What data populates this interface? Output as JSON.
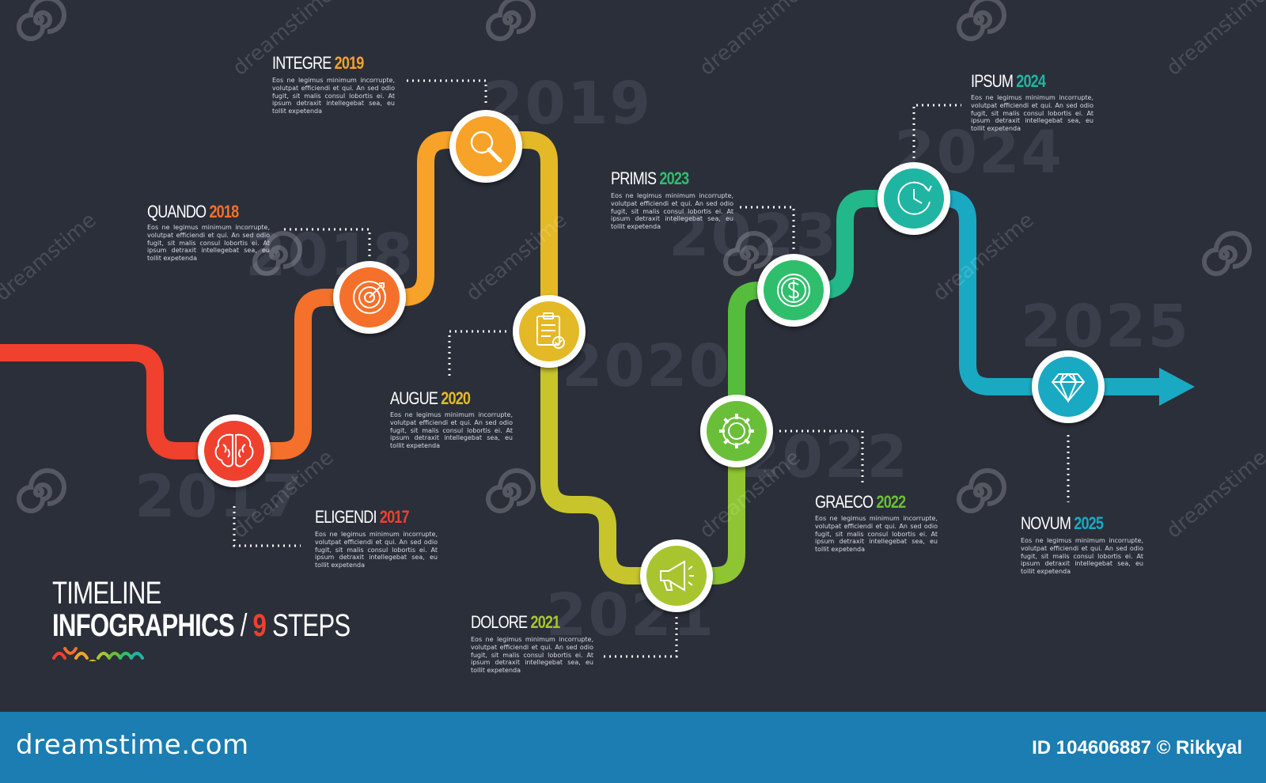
{
  "colors": {
    "background": "#2b2f3a",
    "footer": "#1b7db1",
    "step_colors": [
      "#f0402e",
      "#f5702a",
      "#f7a228",
      "#d9c427",
      "#a8c52f",
      "#6abf38",
      "#2fbf6c",
      "#1fb5a2",
      "#1aa9c3"
    ]
  },
  "title": {
    "line1": "TIMELINE",
    "line2_bold": "INFOGRAPHICS",
    "separator": " / ",
    "count": "9",
    "line2_end": " STEPS"
  },
  "steps": [
    {
      "name": "ELIGENDI",
      "year": "2017",
      "icon": "brain-icon",
      "bg_year": "2017",
      "desc": "Eos ne legimus minimum incorrupte, volutpat efficiendi et qui. An sed odio fugit, sit malis consul lobortis ei. At ipsum detraxit intellegebat sea, eu tollit expetenda"
    },
    {
      "name": "QUANDO",
      "year": "2018",
      "icon": "target-icon",
      "bg_year": "2018",
      "desc": "Eos ne legimus minimum incorrupte, volutpat efficiendi et qui. An sed odio fugit, sit malis consul lobortis ei. At ipsum detraxit intellegebat sea, eu tollit expetenda"
    },
    {
      "name": "INTEGRE",
      "year": "2019",
      "icon": "magnifier-icon",
      "bg_year": "2019",
      "desc": "Eos ne legimus minimum incorrupte, volutpat efficiendi et qui. An sed odio fugit, sit malis consul lobortis ei. At ipsum detraxit intellegebat sea, eu tollit expetenda"
    },
    {
      "name": "AUGUE",
      "year": "2020",
      "icon": "checklist-icon",
      "bg_year": "2020",
      "desc": "Eos ne legimus minimum incorrupte, volutpat efficiendi et qui. An sed odio fugit, sit malis consul lobortis ei. At ipsum detraxit intellegebat sea, eu tollit expetenda"
    },
    {
      "name": "DOLORE",
      "year": "2021",
      "icon": "megaphone-icon",
      "bg_year": "2021",
      "desc": "Eos ne legimus minimum incorrupte, volutpat efficiendi et qui. An sed odio fugit, sit malis consul lobortis ei. At ipsum detraxit intellegebat sea, eu tollit expetenda"
    },
    {
      "name": "GRAECO",
      "year": "2022",
      "icon": "gear-icon",
      "bg_year": "2022",
      "desc": "Eos ne legimus minimum incorrupte, volutpat efficiendi et qui. An sed odio fugit, sit malis consul lobortis ei. At ipsum detraxit intellegebat sea, eu tollit expetenda"
    },
    {
      "name": "PRIMIS",
      "year": "2023",
      "icon": "dollar-coin-icon",
      "bg_year": "2023",
      "desc": "Eos ne legimus minimum incorrupte, volutpat efficiendi et qui. An sed odio fugit, sit malis consul lobortis ei. At ipsum detraxit intellegebat sea, eu tollit expetenda"
    },
    {
      "name": "IPSUM",
      "year": "2024",
      "icon": "clock-icon",
      "bg_year": "2024",
      "desc": "Eos ne legimus minimum incorrupte, volutpat efficiendi et qui. An sed odio fugit, sit malis consul lobortis ei. At ipsum detraxit intellegebat sea, eu tollit expetenda"
    },
    {
      "name": "NOVUM",
      "year": "2025",
      "icon": "diamond-icon",
      "bg_year": "2025",
      "desc": "Eos ne legimus minimum incorrupte, volutpat efficiendi et qui. An sed odio fugit, sit malis consul lobortis ei. At ipsum detraxit intellegebat sea, eu tollit expetenda"
    }
  ],
  "watermark": {
    "text": "dreamstime",
    "footer_logo": "dreamstime.com",
    "footer_id": "ID 104606887 © Rikkyal"
  }
}
